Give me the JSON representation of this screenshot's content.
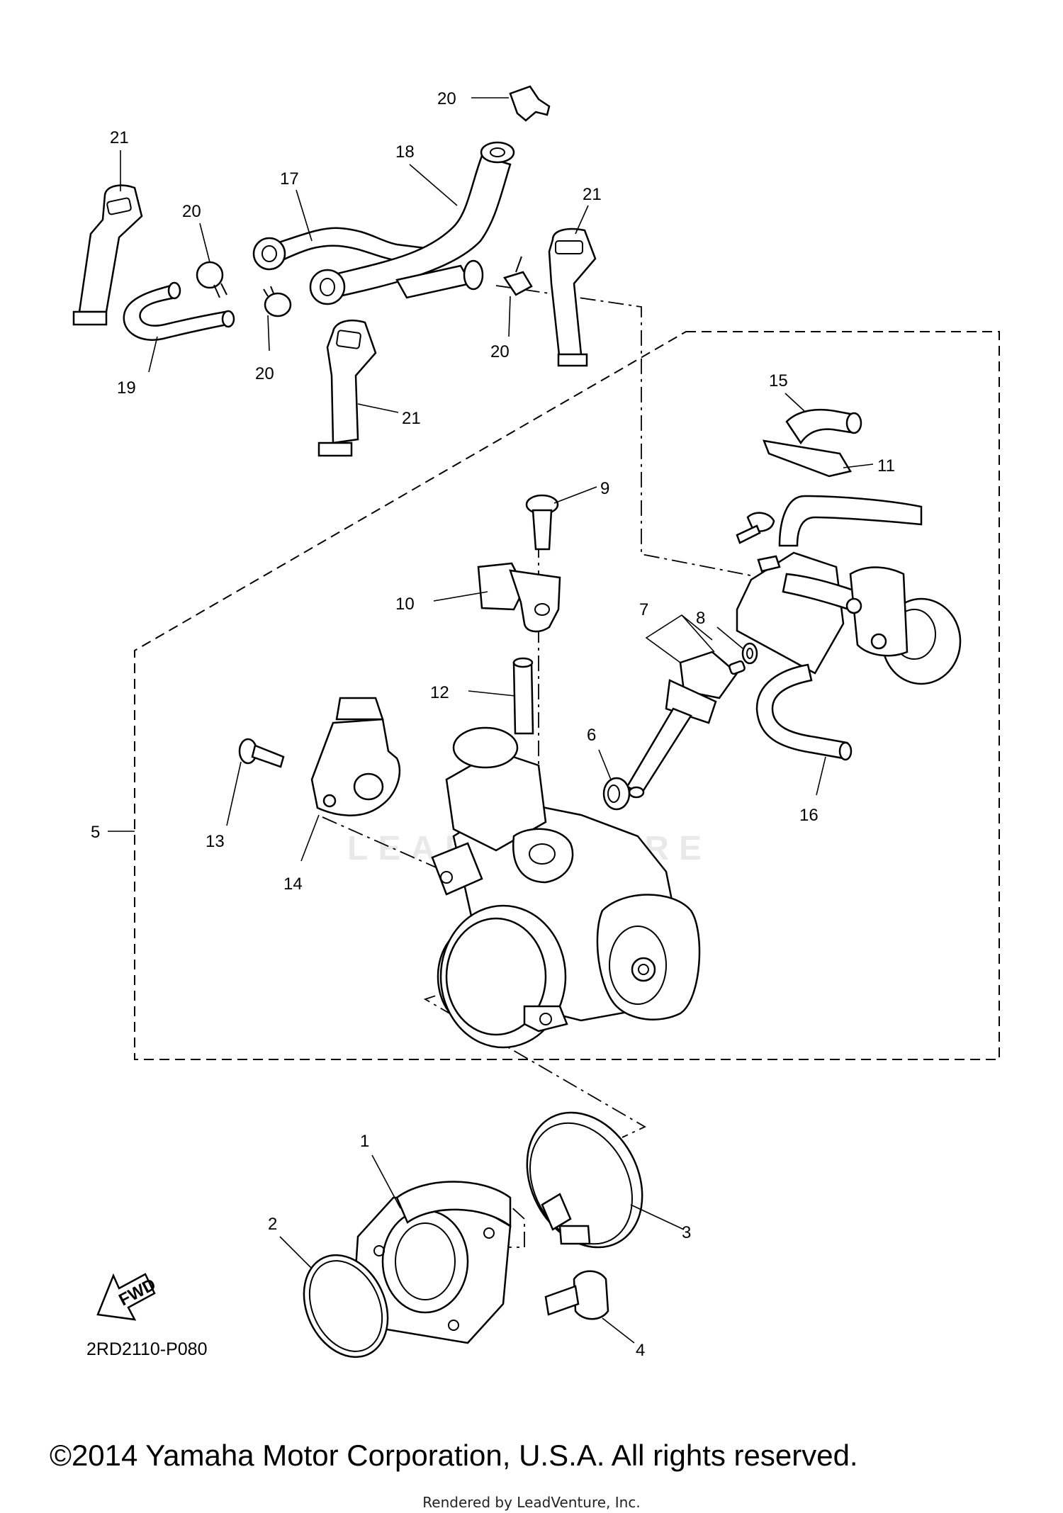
{
  "diagram_code": "2RD2110-P080",
  "copyright": "©2014 Yamaha Motor Corporation, U.S.A. All rights reserved.",
  "rendered_by": "Rendered by LeadVenture, Inc.",
  "watermark": "LEADVENTURE",
  "fwd_label": "FWD",
  "callouts": {
    "c1": "1",
    "c2": "2",
    "c3": "3",
    "c4": "4",
    "c5": "5",
    "c6": "6",
    "c7": "7",
    "c8": "8",
    "c9": "9",
    "c10": "10",
    "c11": "11",
    "c12": "12",
    "c13": "13",
    "c14": "14",
    "c15": "15",
    "c16": "16",
    "c17": "17",
    "c18": "18",
    "c19": "19",
    "c20a": "20",
    "c20b": "20",
    "c20c": "20",
    "c20d": "20",
    "c21a": "21",
    "c21b": "21",
    "c21c": "21"
  }
}
